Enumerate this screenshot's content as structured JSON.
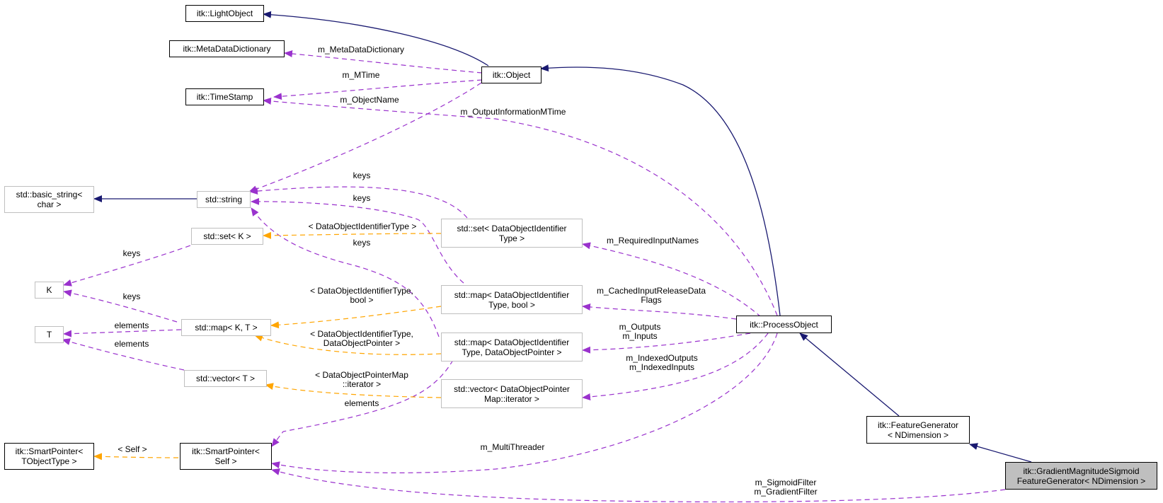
{
  "colors": {
    "inheritance": "#191970",
    "usage": "#9a32cd",
    "template": "#ffa500",
    "focus_fill": "#bfbfbf",
    "gray_border": "#bfbfbf"
  },
  "nodes": {
    "light_object": "itk::LightObject",
    "meta_data_dictionary": "itk::MetaDataDictionary",
    "time_stamp": "itk::TimeStamp",
    "object": "itk::Object",
    "basic_string": "std::basic_string<\nchar >",
    "string": "std::string",
    "set_k": "std::set< K >",
    "set_doid": "std::set< DataObjectIdentifier\nType >",
    "k": "K",
    "t": "T",
    "map_kt": "std::map< K, T >",
    "map_doid_bool": "std::map< DataObjectIdentifier\nType, bool >",
    "map_doid_dop": "std::map< DataObjectIdentifier\nType, DataObjectPointer >",
    "vector_t": "std::vector< T >",
    "vector_dopm": "std::vector< DataObjectPointer\nMap::iterator >",
    "process_object": "itk::ProcessObject",
    "smart_pointer_tobject": "itk::SmartPointer<\nTObjectType >",
    "smart_pointer_self": "itk::SmartPointer<\nSelf >",
    "feature_generator": "itk::FeatureGenerator\n< NDimension >",
    "gradient_feature_generator": "itk::GradientMagnitudeSigmoid\nFeatureGenerator< NDimension >"
  },
  "edge_labels": {
    "m_meta_data_dictionary": "m_MetaDataDictionary",
    "m_mtime": "m_MTime",
    "m_object_name": "m_ObjectName",
    "m_output_information_mtime": "m_OutputInformationMTime",
    "keys_set_string": "keys",
    "keys_map_string": "keys",
    "keys_vector_string": "keys",
    "set_template": "< DataObjectIdentifierType >",
    "keys_set_k": "keys",
    "keys_map_k": "keys",
    "m_required_input_names": "m_RequiredInputNames",
    "map_bool_template": "< DataObjectIdentifierType,\nbool >",
    "m_cached_input_release_data_flags": "m_CachedInputReleaseData\nFlags",
    "elements_map_t": "elements",
    "elements_vector_t": "elements",
    "map_dop_template": "< DataObjectIdentifierType,\nDataObjectPointer >",
    "m_outputs_inputs": "m_Outputs\nm_Inputs",
    "m_indexed_outputs_inputs": "m_IndexedOutputs\nm_IndexedInputs",
    "vector_template": "< DataObjectPointerMap\n::iterator >",
    "elements_smart": "elements",
    "self_template": "< Self >",
    "m_multi_threader": "m_MultiThreader",
    "m_sigmoid_gradient_filter": "m_SigmoidFilter\nm_GradientFilter"
  }
}
